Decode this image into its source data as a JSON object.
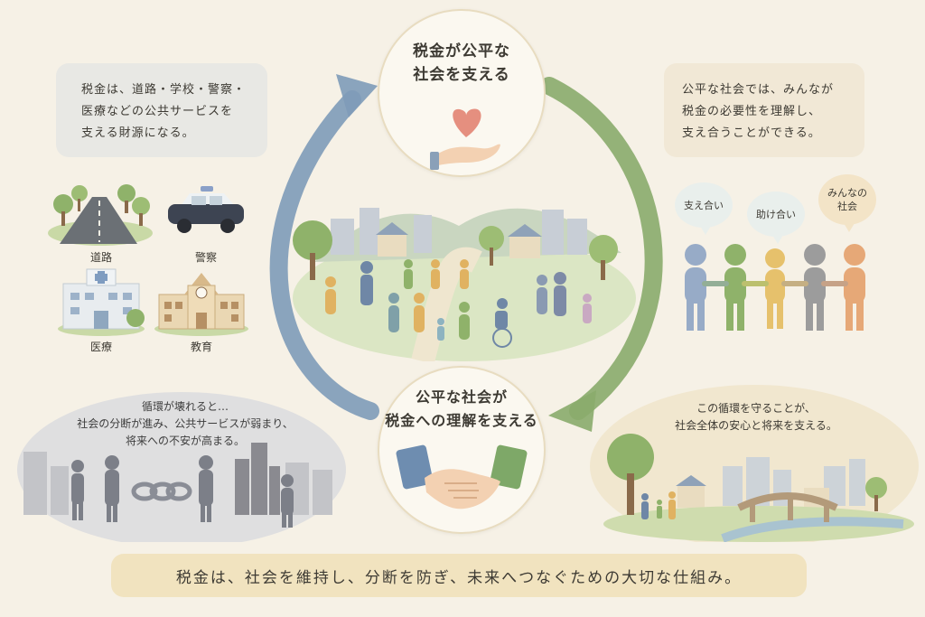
{
  "top_circle": {
    "line1": "税金が公平な",
    "line2": "社会を支える"
  },
  "bottom_circle": {
    "line1": "公平な社会が",
    "line2": "税金への理解を支える"
  },
  "left_note": {
    "line1": "税金は、道路・学校・警察・",
    "line2": "医療などの公共サービスを",
    "line3": "支える財源になる。"
  },
  "right_note": {
    "line1": "公平な社会では、みんなが",
    "line2": "税金の必要性を理解し、",
    "line3": "支え合うことができる。"
  },
  "services": [
    {
      "label": "道路",
      "icon": "road-icon"
    },
    {
      "label": "警察",
      "icon": "police-car-icon"
    },
    {
      "label": "医療",
      "icon": "hospital-icon"
    },
    {
      "label": "教育",
      "icon": "school-icon"
    }
  ],
  "bubbles": [
    {
      "line1": "支え合い",
      "line2": ""
    },
    {
      "line1": "助け合い",
      "line2": ""
    },
    {
      "line1": "みんなの",
      "line2": "社会"
    }
  ],
  "broken_cycle": {
    "line1": "循環が壊れると…",
    "line2": "社会の分断が進み、公共サービスが弱まり、",
    "line3": "将来への不安が高まる。"
  },
  "protect_cycle": {
    "line1": "この循環を守ることが、",
    "line2": "社会全体の安心と将来を支える。"
  },
  "banner": "税金は、社会を維持し、分断を防ぎ、未来へつなぐための大切な仕組み。",
  "colors": {
    "arrow_blue": "#7e9bb8",
    "arrow_green": "#8aab6c",
    "banner": "#f1e3bf",
    "heart": "#e58f7f"
  }
}
